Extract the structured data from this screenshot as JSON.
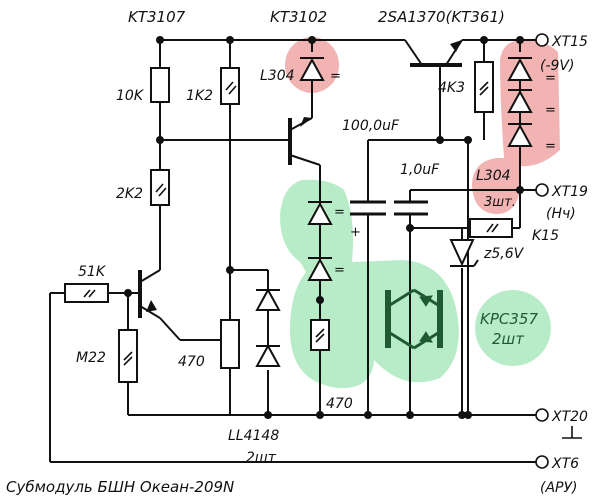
{
  "labels": {
    "kt3107": "KT3107",
    "kt3102": "KT3102",
    "q3": "2SA1370(KT361)",
    "xt15": "XT15",
    "minus9v": "(-9V)",
    "l304a": "L304",
    "r10k": "10K",
    "r1k2": "1K2",
    "r4k3": "4K3",
    "c100": "100,0uF",
    "c1": "1,0uF",
    "l304b": "L304",
    "sht3": "3шт.",
    "xt19": "XT19",
    "nch": "(Нч)",
    "k15": "K15",
    "z56": "z5,6V",
    "r2k2": "2K2",
    "plus": "+",
    "r51k": "51K",
    "m22": "M22",
    "r470a": "470",
    "r470b": "470",
    "krc357": "KPC357",
    "sht2a": "2шт",
    "xt20": "XT20",
    "ll4148": "LL4148",
    "sht2b": "2шт",
    "xt6": "XT6",
    "aru": "(АРУ)",
    "caption": "Субмодуль БШН Океан-209N",
    "eq1": "=",
    "eq2": "=",
    "eq3": "=",
    "eq4": "=",
    "eq5": "=",
    "eq6": "="
  },
  "colors": {
    "red_highlight": "#f2b3b3",
    "green_highlight": "#b8ecc8",
    "dark_green": "#1f5a33",
    "line": "#111111"
  }
}
